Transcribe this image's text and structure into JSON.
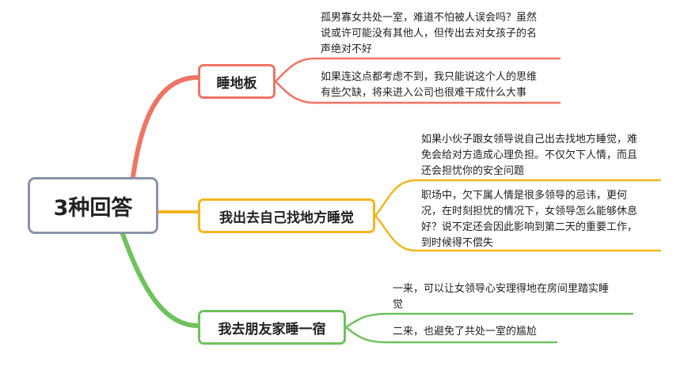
{
  "root": {
    "label": "3种回答",
    "color": "#8a94a6"
  },
  "branches": [
    {
      "label": "睡地板",
      "color": "#f07464",
      "notes": [
        "孤男寡女共处一室，难道不怕被人误会吗？虽然\n说或许可能没有其他人，但传出去对女孩子的名\n声绝对不好",
        "如果连这点都考虑不到，我只能说这个人的思维\n有些欠缺，将来进入公司也很难干成什么大事"
      ]
    },
    {
      "label": "我出去自己找地方睡觉",
      "color": "#f2b620",
      "notes": [
        "如果小伙子跟女领导说自己出去找地方睡觉，难\n免会给对方造成心理负担。不仅欠下人情，而且\n还会担忧你的安全问题",
        "职场中，欠下属人情是很多领导的忌讳，更何\n况，在时刻担忧的情况下，女领导怎么能够休息\n好？说不定还会因此影响到第二天的重要工作，\n到时候得不偿失"
      ]
    },
    {
      "label": "我去朋友家睡一宿",
      "color": "#6fc25c",
      "notes": [
        "一来，可以让女领导心安理得地在房间里踏实睡\n觉",
        "二来，也避免了共处一室的尴尬"
      ]
    }
  ]
}
